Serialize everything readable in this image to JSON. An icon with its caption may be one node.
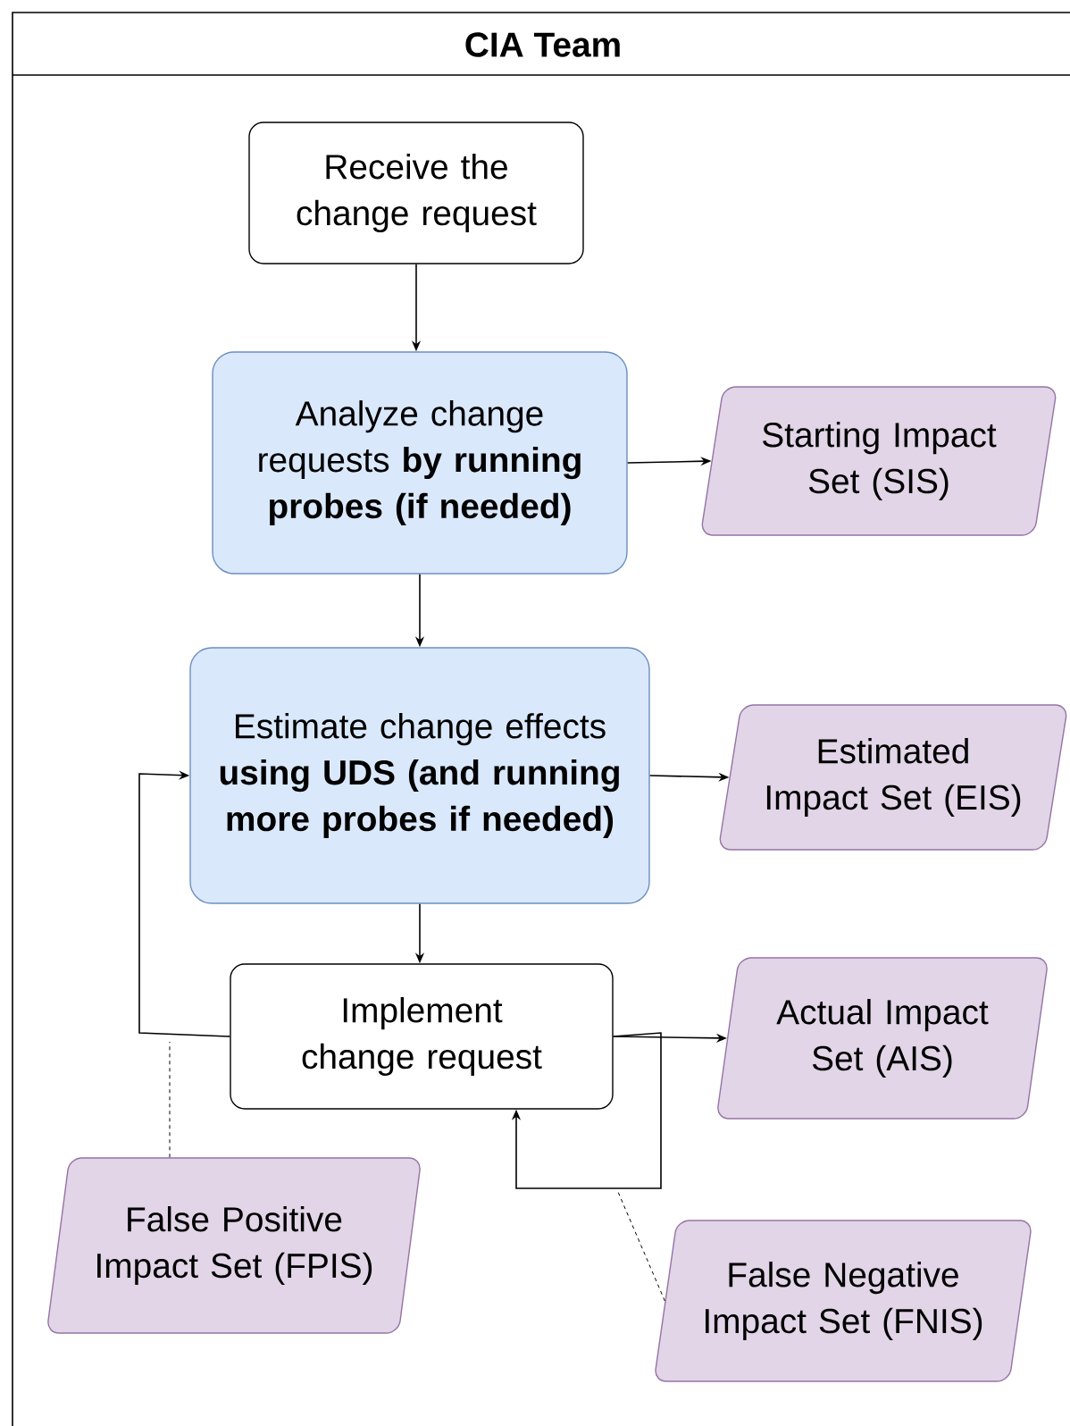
{
  "diagram": {
    "nodes": [
      {
        "text": [
          "CIA Team"
        ]
      },
      {
        "text": [
          "Receive the change request"
        ],
        "in": 0
      },
      {
        "text": [
          "Analyze change requests **by running probes (if needed)**"
        ],
        "in": 0
      },
      {
        "text": [
          "Starting Impact Set (SIS)"
        ],
        "in": 0
      },
      {
        "text": [
          "Estimate change effects **using UDS (and running more probes if needed)**"
        ],
        "in": 0
      },
      {
        "text": [
          "Estimated Impact Set (EIS)"
        ],
        "in": 0
      },
      {
        "text": [
          "Implement change request"
        ],
        "in": 0
      },
      {
        "text": [
          "Actual Impact Set (AIS)"
        ],
        "in": 0
      },
      {
        "text": [
          "False Positive Impact Set (FPIS)"
        ],
        "in": 0
      },
      {
        "text": [
          "False Negative Impact Set (FNIS)"
        ],
        "in": 0
      }
    ],
    "edges": [
      {
        "from": 1,
        "to": 2,
        "arrow": "to"
      },
      {
        "from": 2,
        "to": 3,
        "arrow": "to"
      },
      {
        "from": 2,
        "to": 4,
        "arrow": "to"
      },
      {
        "from": 4,
        "to": 5,
        "arrow": "to"
      },
      {
        "from": 4,
        "to": 6,
        "arrow": "to"
      },
      {
        "from": 6,
        "to": 7,
        "arrow": "to"
      },
      {
        "from": 6,
        "to": 4,
        "arrow": "to"
      },
      {
        "from": 6,
        "to": 6,
        "arrow": "to"
      },
      {
        "from": 8,
        "to": null,
        "arrow": "none",
        "style": "dashed"
      },
      {
        "from": 9,
        "to": null,
        "arrow": "none",
        "style": "dashed"
      }
    ]
  }
}
